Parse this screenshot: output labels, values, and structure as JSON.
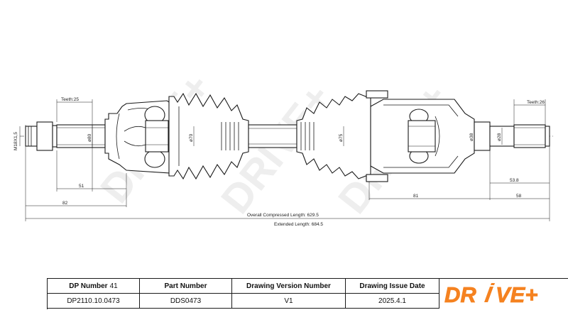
{
  "watermark": "DRIVE+",
  "labels": {
    "thread": "M18X1,5",
    "teeth_left": "Teeth:25",
    "teeth_right": "Teeth:26",
    "dia_80": "ø80",
    "dia_70": "ø70",
    "dia_75": "ø75",
    "dia_38": "ø38",
    "dia_28": "ø28",
    "len_51": "51",
    "len_82": "82",
    "len_81": "81",
    "len_53_8": "53.8",
    "len_58": "58",
    "overall_compressed": "Overall Compressed Length: 629.5",
    "extended": "Extended Length: 684.5"
  },
  "title_block": {
    "dp_number_label": "DP Number",
    "dp_number_value": "41",
    "part_number_label": "Part Number",
    "drawing_version_label": "Drawing Version Number",
    "drawing_issue_label": "Drawing Issue Date",
    "dp_number": "DP2110.10.0473",
    "part_number": "DDS0473",
    "drawing_version": "V1",
    "drawing_issue_date": "2025.4.1"
  },
  "logo": {
    "text": "DR",
    "text_tail": "VE+",
    "color": "#f58220"
  }
}
